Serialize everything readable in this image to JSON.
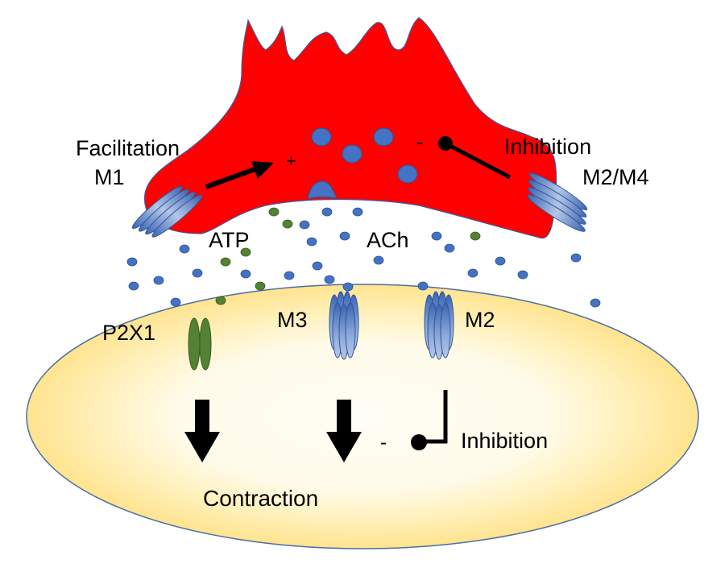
{
  "diagram": {
    "type": "neuromuscular-junction-schematic",
    "nerve_terminal": {
      "color": "#ff0000",
      "labels": {
        "facilitation": "Facilitation",
        "m1": "M1",
        "plus": "+",
        "minus": "-",
        "inhibition": "Inhibition",
        "m2m4": "M2/M4"
      }
    },
    "cleft": {
      "atp_label": "ATP",
      "ach_label": "ACh",
      "ach_color": "#4472c4",
      "atp_color": "#548235"
    },
    "smooth_muscle": {
      "fill_outer": "#ffe699",
      "fill_inner": "#fffdf2",
      "labels": {
        "p2x1": "P2X1",
        "m3": "M3",
        "m2": "M2",
        "minus": "-",
        "inhibition": "Inhibition",
        "contraction": "Contraction"
      }
    }
  }
}
